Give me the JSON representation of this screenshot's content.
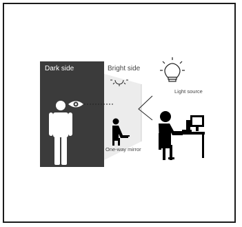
{
  "labels": {
    "dark_side": "Dark side",
    "bright_side": "Bright side",
    "light_source": "Light source",
    "one_way_mirror": "One-way mirror"
  },
  "colors": {
    "dark_panel": "#3b3b3b",
    "mirror_fill": "#ececec",
    "figure": "#000000",
    "text": "#444444"
  },
  "icons": [
    "person-standing-icon",
    "eye-icon",
    "light-bulb-icon",
    "desk-worker-icon",
    "seated-person-icon"
  ]
}
